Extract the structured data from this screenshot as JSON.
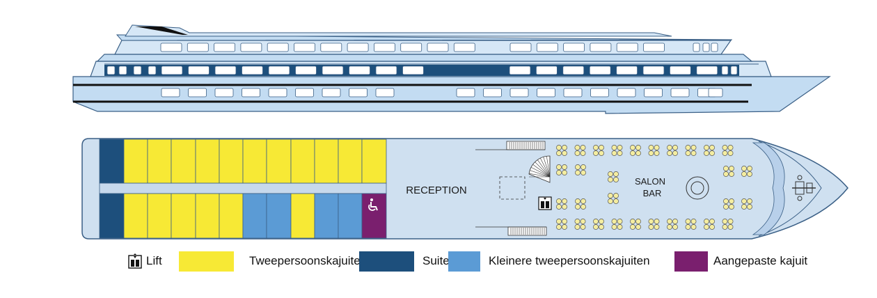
{
  "deck": {
    "reception_label": "RECEPTION",
    "salon_label_1": "SALON",
    "salon_label_2": "BAR"
  },
  "legend": {
    "lift": "Lift",
    "double": "Tweepersoonskajuiten",
    "suites": "Suites",
    "small_double": "Kleinere tweepersoonskajuiten",
    "adapted": "Aangepaste kajuit"
  },
  "colors": {
    "hull": "#c3dcf2",
    "hull_dark": "#a9c9e8",
    "outline": "#3a5f86",
    "window_dark": "#1d4f7c",
    "double": "#f7e935",
    "suite": "#1d4f7c",
    "small_double": "#5b9bd5",
    "adapted": "#7a1f6e",
    "deck": "#cfe0f0",
    "table": "#f4eda0"
  },
  "icons": [
    "lift-icon",
    "wheelchair-icon",
    "staircase-icon",
    "anchor-icon"
  ],
  "cabins": {
    "top_row": [
      "suite",
      "double",
      "double",
      "double",
      "double",
      "double",
      "double",
      "double",
      "double",
      "double",
      "double",
      "double"
    ],
    "bottom_row": [
      "suite",
      "double",
      "double",
      "double",
      "double",
      "double",
      "small_double",
      "small_double",
      "double",
      "small_double",
      "small_double",
      "adapted"
    ]
  }
}
